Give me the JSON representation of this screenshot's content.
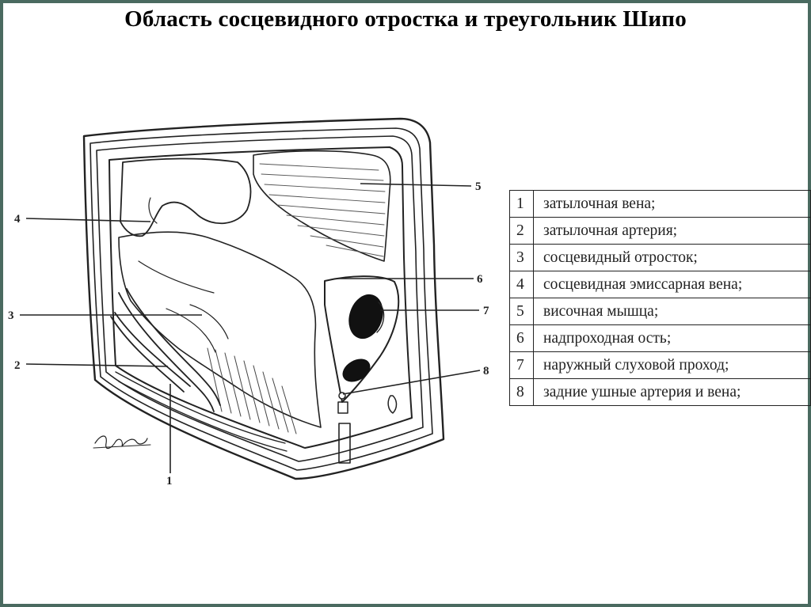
{
  "title": "Область сосцевидного отростка и треугольник Шипо",
  "figure_labels": [
    "1",
    "2",
    "3",
    "4",
    "5",
    "6",
    "7",
    "8"
  ],
  "legend": [
    {
      "num": "1",
      "text": "затылочная вена;"
    },
    {
      "num": "2",
      "text": "затылочная артерия;"
    },
    {
      "num": "3",
      "text": "сосцевидный отросток;"
    },
    {
      "num": "4",
      "text": "сосцевидная эмиссарная вена;"
    },
    {
      "num": "5",
      "text": "височная мышца;"
    },
    {
      "num": "6",
      "text": "надпроходная ость;"
    },
    {
      "num": "7",
      "text": "наружный слуховой проход;"
    },
    {
      "num": "8",
      "text": "задние ушные артерия и вена;"
    }
  ],
  "colors": {
    "frame": "#4a6a60",
    "ink": "#222222"
  }
}
